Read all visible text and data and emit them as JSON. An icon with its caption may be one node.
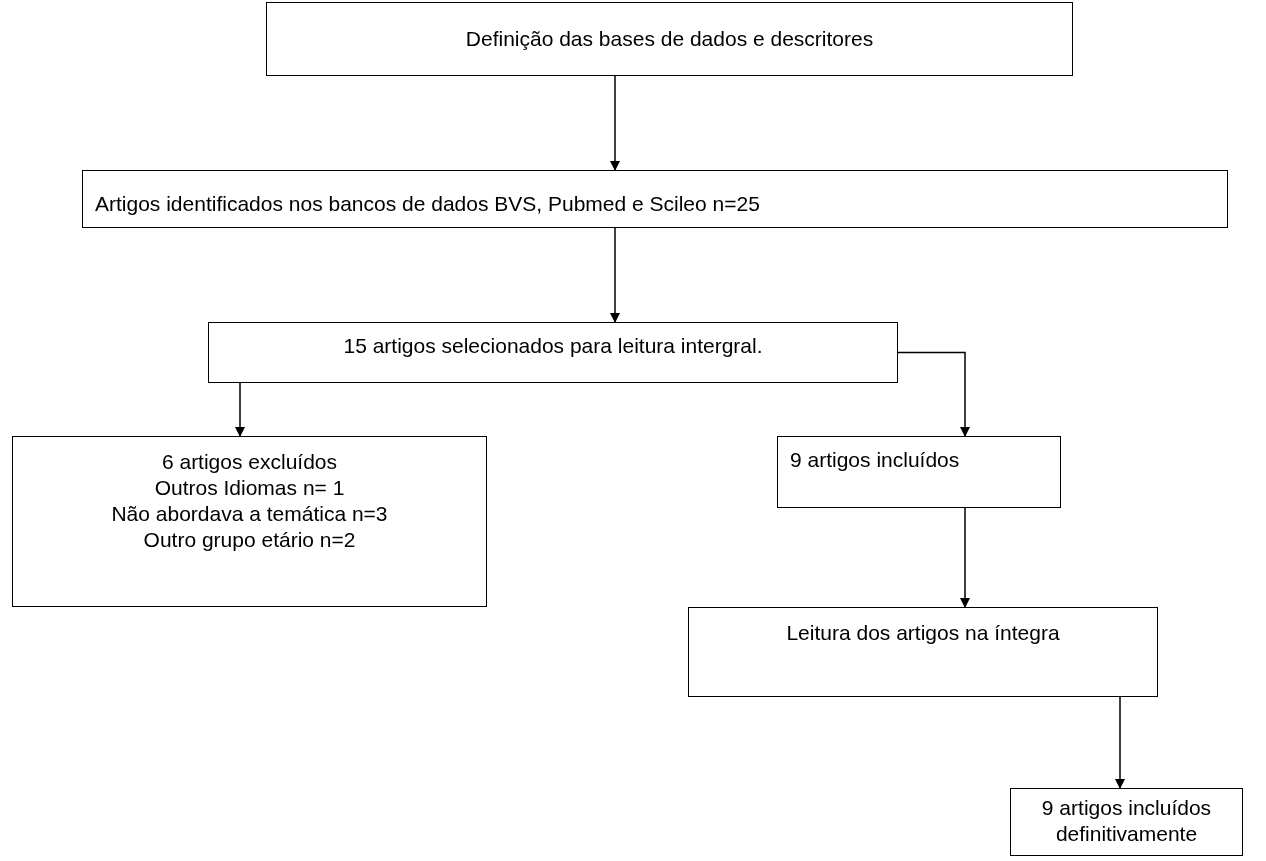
{
  "diagram": {
    "nodes": [
      {
        "text": [
          "Definição das bases de dados e descritores"
        ]
      },
      {
        "text": [
          "Artigos identificados nos bancos de dados BVS, Pubmed e Scileo n=25"
        ]
      },
      {
        "text": [
          "15 artigos selecionados para leitura intergral."
        ]
      },
      {
        "text": [
          "6 artigos excluídos",
          "Outros Idiomas n= 1",
          "Não abordava a temática n=3",
          "Outro grupo etário n=2"
        ]
      },
      {
        "text": [
          "9 artigos incluídos"
        ]
      },
      {
        "text": [
          "Leitura dos artigos na íntegra"
        ]
      },
      {
        "text": [
          "9 artigos incluídos definitivamente"
        ]
      }
    ],
    "edges": [
      {
        "from": 0,
        "to": 1,
        "arrow": "to"
      },
      {
        "from": 1,
        "to": 2,
        "arrow": "to"
      },
      {
        "from": 2,
        "to": 3,
        "arrow": "to"
      },
      {
        "from": 2,
        "to": 4,
        "arrow": "to"
      },
      {
        "from": 4,
        "to": 5,
        "arrow": "to"
      },
      {
        "from": 5,
        "to": 6,
        "arrow": "to"
      }
    ]
  }
}
